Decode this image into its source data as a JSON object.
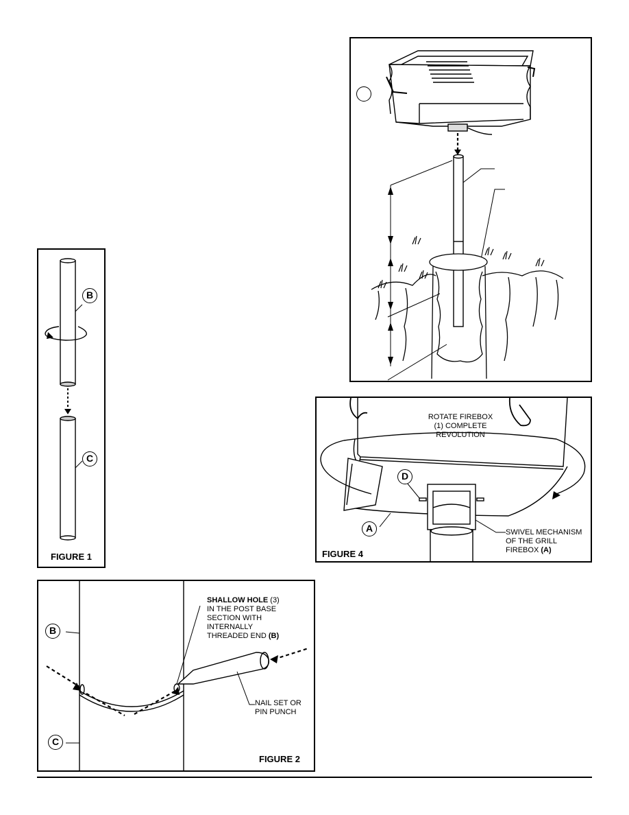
{
  "figure1": {
    "title": "FIGURE 1",
    "callout_b": "B",
    "callout_c": "C"
  },
  "figure2": {
    "title": "FIGURE 2",
    "callout_b": "B",
    "callout_c": "C",
    "shallow_hole_bold": "SHALLOW HOLE",
    "shallow_hole_count": "(3)",
    "shallow_hole_line2": "IN THE POST BASE",
    "shallow_hole_line3": "SECTION WITH",
    "shallow_hole_line4": "INTERNALLY",
    "shallow_hole_line5": "THREADED END",
    "shallow_hole_ref": "(B)",
    "tool_line1": "NAIL SET OR",
    "tool_line2": "PIN PUNCH"
  },
  "figure3": {
    "callout_blank": ""
  },
  "figure4": {
    "title": "FIGURE 4",
    "rotate_line1": "ROTATE FIREBOX",
    "rotate_line2": "(1) COMPLETE REVOLUTION",
    "callout_a": "A",
    "callout_d": "D",
    "swivel_line1": "SWIVEL MECHANISM",
    "swivel_line2": "OF THE GRILL",
    "swivel_line3": "FIREBOX",
    "swivel_ref": "(A)"
  }
}
